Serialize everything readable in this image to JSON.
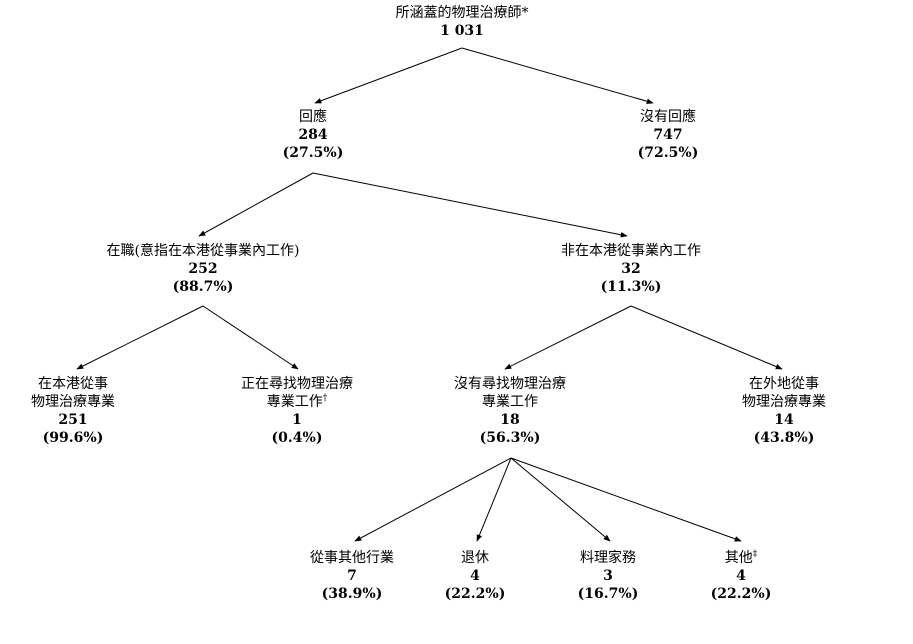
{
  "nodes": {
    "total": {
      "label": "所涵蓋的物理治療師*",
      "count": "1 031",
      "pct": ""
    },
    "resp": {
      "label": "回應",
      "count": "284",
      "pct": "(27.5%)"
    },
    "noresp": {
      "label": "沒有回應",
      "count": "747",
      "pct": "(72.5%)"
    },
    "employed": {
      "label": "在職(意指在本港從事業內工作)",
      "count": "252",
      "pct": "(88.7%)"
    },
    "notlocal": {
      "label": "非在本港從事業內工作",
      "count": "32",
      "pct": "(11.3%)"
    },
    "local": {
      "label1": "在本港從事",
      "label2": "物理治療專業",
      "count": "251",
      "pct": "(99.6%)"
    },
    "seeking": {
      "label1": "正在尋找物理治療",
      "label2": "專業工作",
      "mark": "†",
      "count": "1",
      "pct": "(0.4%)"
    },
    "notseeking": {
      "label1": "沒有尋找物理治療",
      "label2": "專業工作",
      "count": "18",
      "pct": "(56.3%)"
    },
    "abroad": {
      "label1": "在外地從事",
      "label2": "物理治療專業",
      "count": "14",
      "pct": "(43.8%)"
    },
    "other_ind": {
      "label": "從事其他行業",
      "count": "7",
      "pct": "(38.9%)"
    },
    "retired": {
      "label": "退休",
      "count": "4",
      "pct": "(22.2%)"
    },
    "household": {
      "label": "料理家務",
      "count": "3",
      "pct": "(16.7%)"
    },
    "others": {
      "label": "其他",
      "mark": "‡",
      "count": "4",
      "pct": "(22.2%)"
    }
  }
}
